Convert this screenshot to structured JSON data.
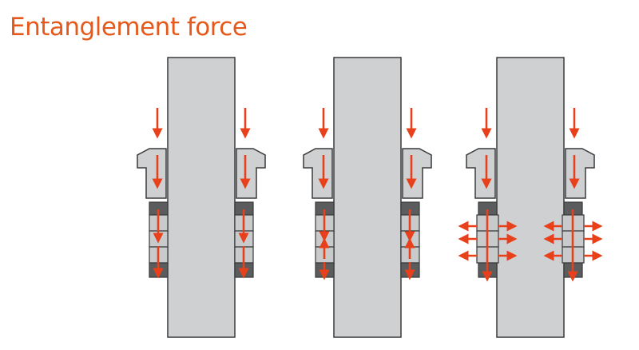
{
  "title": "Entanglement force",
  "colors": {
    "accent_title": "#e55a1c",
    "arrow_red": "#e8401a",
    "shaft_fill": "#cfd0d2",
    "ring_dark": "#5b5c5e",
    "ring_light": "#c9cacc",
    "stroke": "#3a3a3a"
  },
  "diagram": {
    "panels": [
      {
        "name": "panel-1",
        "arrows": "downward-force"
      },
      {
        "name": "panel-2",
        "arrows": "downward-force-with-upward-reaction"
      },
      {
        "name": "panel-3",
        "arrows": "outward-expansion-force"
      }
    ]
  }
}
